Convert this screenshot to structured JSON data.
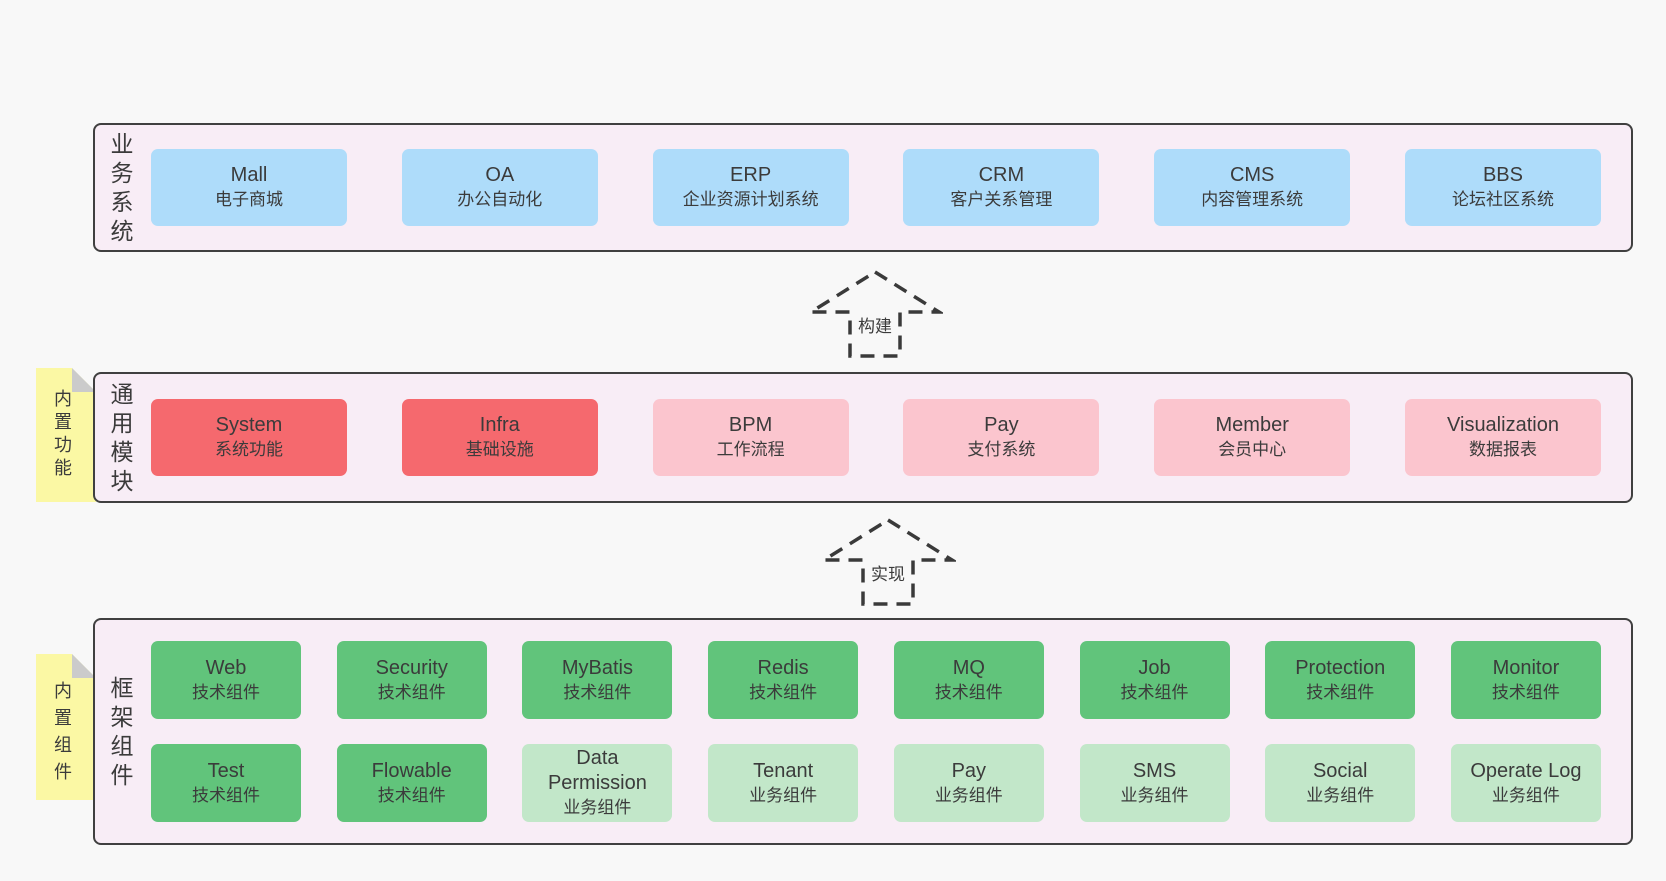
{
  "colors": {
    "page_bg": "#f8f8f8",
    "panel_bg": "#f8edf6",
    "panel_border": "#404040",
    "blue": "#aedcfa",
    "red": "#f5696e",
    "pink": "#fbc5ce",
    "green_dark": "#61c47b",
    "green_light": "#c2e7c9",
    "yellow": "#fbf8a4",
    "fold": "#cbcbcb",
    "text": "#3b3b3b",
    "arrow": "#3a3a3a"
  },
  "arrows": {
    "build": "构建",
    "implement": "实现"
  },
  "sections": {
    "business": {
      "label": "业务系统",
      "items": [
        {
          "title": "Mall",
          "subtitle": "电子商城",
          "variant": "blue"
        },
        {
          "title": "OA",
          "subtitle": "办公自动化",
          "variant": "blue"
        },
        {
          "title": "ERP",
          "subtitle": "企业资源计划系统",
          "variant": "blue"
        },
        {
          "title": "CRM",
          "subtitle": "客户关系管理",
          "variant": "blue"
        },
        {
          "title": "CMS",
          "subtitle": "内容管理系统",
          "variant": "blue"
        },
        {
          "title": "BBS",
          "subtitle": "论坛社区系统",
          "variant": "blue"
        }
      ]
    },
    "modules": {
      "label": "通用模块",
      "sticky": "内置功能",
      "items": [
        {
          "title": "System",
          "subtitle": "系统功能",
          "variant": "red"
        },
        {
          "title": "Infra",
          "subtitle": "基础设施",
          "variant": "red"
        },
        {
          "title": "BPM",
          "subtitle": "工作流程",
          "variant": "pink"
        },
        {
          "title": "Pay",
          "subtitle": "支付系统",
          "variant": "pink"
        },
        {
          "title": "Member",
          "subtitle": "会员中心",
          "variant": "pink"
        },
        {
          "title": "Visualization",
          "subtitle": "数据报表",
          "variant": "pink"
        }
      ]
    },
    "components": {
      "label": "框架组件",
      "sticky": "内置组件",
      "rows": [
        [
          {
            "title": "Web",
            "subtitle": "技术组件",
            "variant": "green-dark"
          },
          {
            "title": "Security",
            "subtitle": "技术组件",
            "variant": "green-dark"
          },
          {
            "title": "MyBatis",
            "subtitle": "技术组件",
            "variant": "green-dark"
          },
          {
            "title": "Redis",
            "subtitle": "技术组件",
            "variant": "green-dark"
          },
          {
            "title": "MQ",
            "subtitle": "技术组件",
            "variant": "green-dark"
          },
          {
            "title": "Job",
            "subtitle": "技术组件",
            "variant": "green-dark"
          },
          {
            "title": "Protection",
            "subtitle": "技术组件",
            "variant": "green-dark"
          },
          {
            "title": "Monitor",
            "subtitle": "技术组件",
            "variant": "green-dark"
          }
        ],
        [
          {
            "title": "Test",
            "subtitle": "技术组件",
            "variant": "green-dark"
          },
          {
            "title": "Flowable",
            "subtitle": "技术组件",
            "variant": "green-dark"
          },
          {
            "title": "Data Permission",
            "subtitle": "业务组件",
            "variant": "green-light"
          },
          {
            "title": "Tenant",
            "subtitle": "业务组件",
            "variant": "green-light"
          },
          {
            "title": "Pay",
            "subtitle": "业务组件",
            "variant": "green-light"
          },
          {
            "title": "SMS",
            "subtitle": "业务组件",
            "variant": "green-light"
          },
          {
            "title": "Social",
            "subtitle": "业务组件",
            "variant": "green-light"
          },
          {
            "title": "Operate Log",
            "subtitle": "业务组件",
            "variant": "green-light"
          }
        ]
      ]
    }
  }
}
